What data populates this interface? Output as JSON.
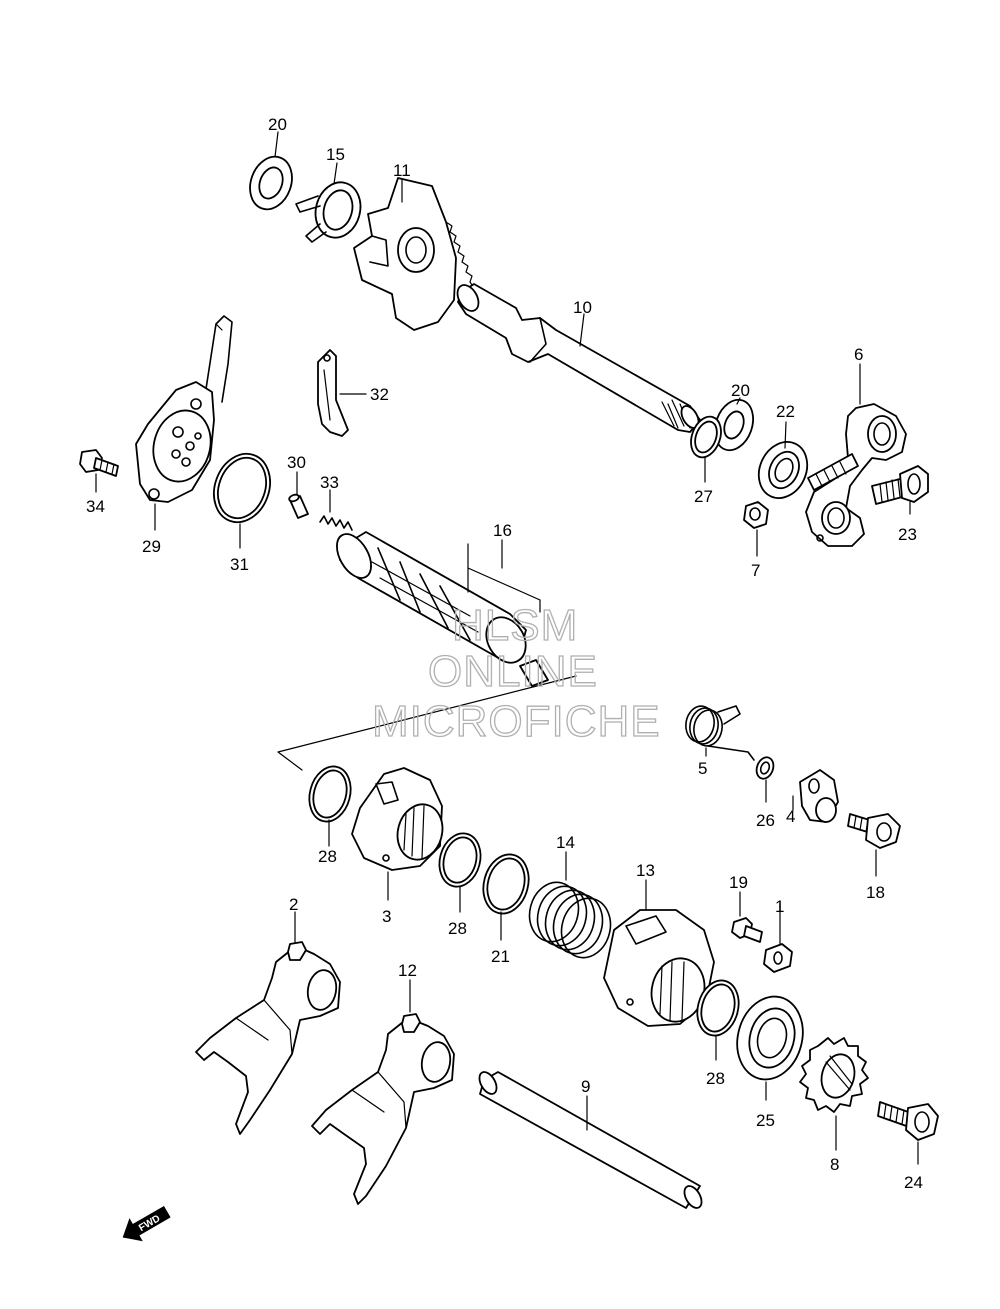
{
  "watermark": {
    "line1": "HLSM",
    "line2": "ONLINE",
    "line3": "MICROFICHE"
  },
  "direction_badge": "FWD",
  "callouts": {
    "c20a": "20",
    "c15": "15",
    "c11": "11",
    "c10": "10",
    "c32": "32",
    "c20b": "20",
    "c22": "22",
    "c6": "6",
    "c27": "27",
    "c7": "7",
    "c23": "23",
    "c34": "34",
    "c29": "29",
    "c31": "31",
    "c30": "30",
    "c33": "33",
    "c16": "16",
    "c5": "5",
    "c26": "26",
    "c4": "4",
    "c18": "18",
    "c28a": "28",
    "c3": "3",
    "c28b": "28",
    "c21": "21",
    "c14": "14",
    "c13": "13",
    "c19": "19",
    "c1": "1",
    "c2": "2",
    "c12": "12",
    "c9": "9",
    "c28c": "28",
    "c25": "25",
    "c8": "8",
    "c24": "24"
  }
}
